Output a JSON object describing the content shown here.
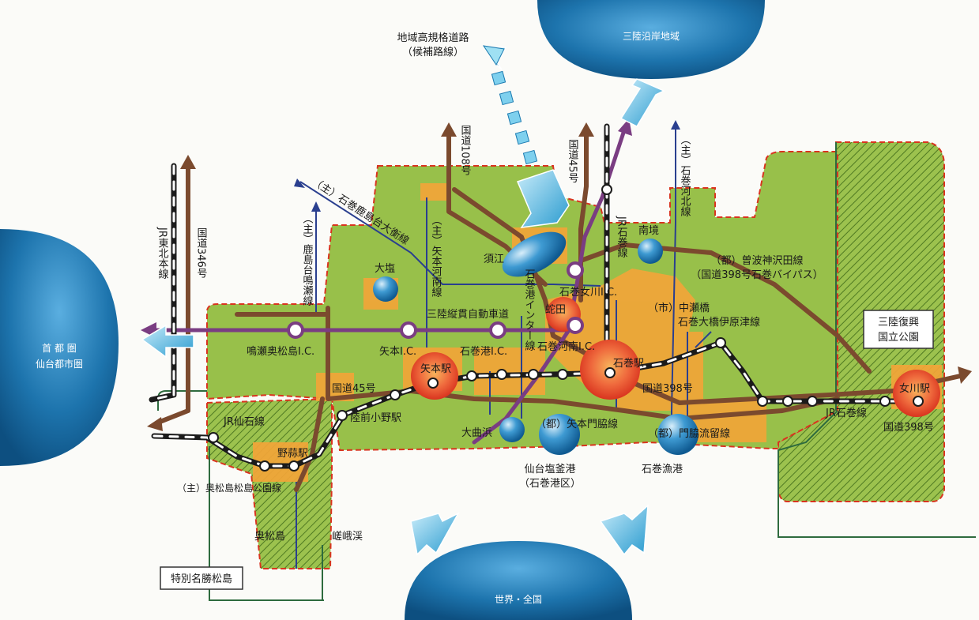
{
  "regions": {
    "north": "三陸沿岸地域",
    "west_line1": "首 都 圏",
    "west_line2": "仙台都市圏",
    "south": "世界・全国"
  },
  "routes": {
    "candidate_road_line1": "地域高規格道路",
    "candidate_road_line2": "（候補路線）",
    "jr_tohoku": "JR東北本線",
    "route_346": "国道346号",
    "route_108": "国道108号",
    "route_45_north": "国道45号",
    "jr_ishinomaki_north": "JR石巻線",
    "ishinomaki_kahoku": "（主）石巻河北線",
    "kashimadai_naruse": "（主）鹿島台鳴瀬線",
    "ishinomaki_kashimadai_daikou": "（主）石巻鹿島台大衡線",
    "yamoto_kanan": "（主）矢本河南線",
    "jr_senseki": "JR仙石線",
    "okumatsushima_koen": "（主）奥松島松島公園線",
    "route_45_south": "国道45号",
    "route_398": "国道398号",
    "sobakanzawa_line1": "（都）曽波神沢田線",
    "sobakanzawa_line2": "（国道398号石巻バイパス）",
    "nakazebashi_line1": "（市）中瀬橋",
    "nakazebashi_line2": "石巻大橋伊原津線",
    "sanriku_expressway": "三陸縦貫自動車道",
    "ishinomakiko_interchange": "石巻港インター線",
    "yamoto_monwaki": "（都）矢本門脇線",
    "kadonowaki_nagaru": "（都）門脇流留線",
    "jr_ishinomaki_east": "JR石巻線",
    "route_398_east": "国道398号"
  },
  "interchanges": {
    "naruse": "鳴瀬奥松島I.C.",
    "yamoto": "矢本I.C.",
    "ishinomakiko": "石巻港I.C.",
    "ishinomaki_kanan": "石巻河南I.C.",
    "ishinomaki_onagawa": "石巻女川I.C."
  },
  "stations": {
    "nobiru": "野蒜駅",
    "rikuzen_ono": "陸前小野駅",
    "yamoto": "矢本駅",
    "ishinomaki": "石巻駅",
    "onagawa": "女川駅"
  },
  "places": {
    "sue": "須江",
    "hebita": "蛇田",
    "minamisakai": "南境",
    "ohshio": "大塩",
    "omagarihama": "大曲浜",
    "okumatsushima": "奥松島",
    "sagakei": "嵯峨渓",
    "sendai_shiogama_port_line1": "仙台塩釜港",
    "sendai_shiogama_port_line2": "（石巻港区）",
    "ishinomaki_fishing_port": "石巻漁港",
    "sanriku_park_line1": "三陸復興",
    "sanriku_park_line2": "国立公園",
    "special_scenic": "特別名勝松島"
  },
  "colors": {
    "land_green": "#98c04a",
    "urban_orange": "#f2a538",
    "trunk_road_brown": "#7b4a2e",
    "expressway_purple": "#7a3d82",
    "boundary_red": "#d9341f",
    "local_road_navy": "#2a3f8f",
    "rail_black": "#1b1b1b",
    "region_blue": "#1a6fa8"
  }
}
